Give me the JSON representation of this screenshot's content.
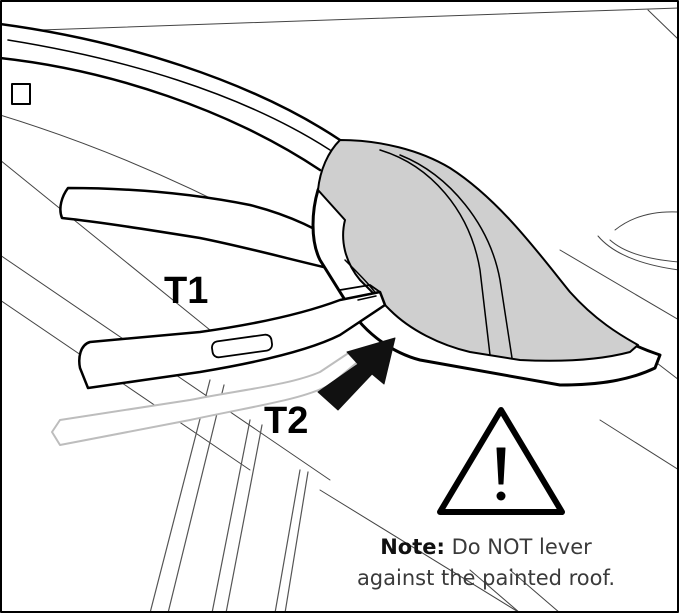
{
  "diagram": {
    "tools": [
      {
        "id": "t1",
        "label": "T1"
      },
      {
        "id": "t2",
        "label": "T2"
      }
    ],
    "warning_icon": "warning-triangle-icon",
    "note": {
      "prefix": "Note:",
      "line1_rest": "Do NOT lever",
      "line2": "against the painted roof."
    },
    "colors": {
      "cover_fill": "#cfcfcf",
      "line": "#000000",
      "ghost_line": "#bdbdbd"
    }
  }
}
